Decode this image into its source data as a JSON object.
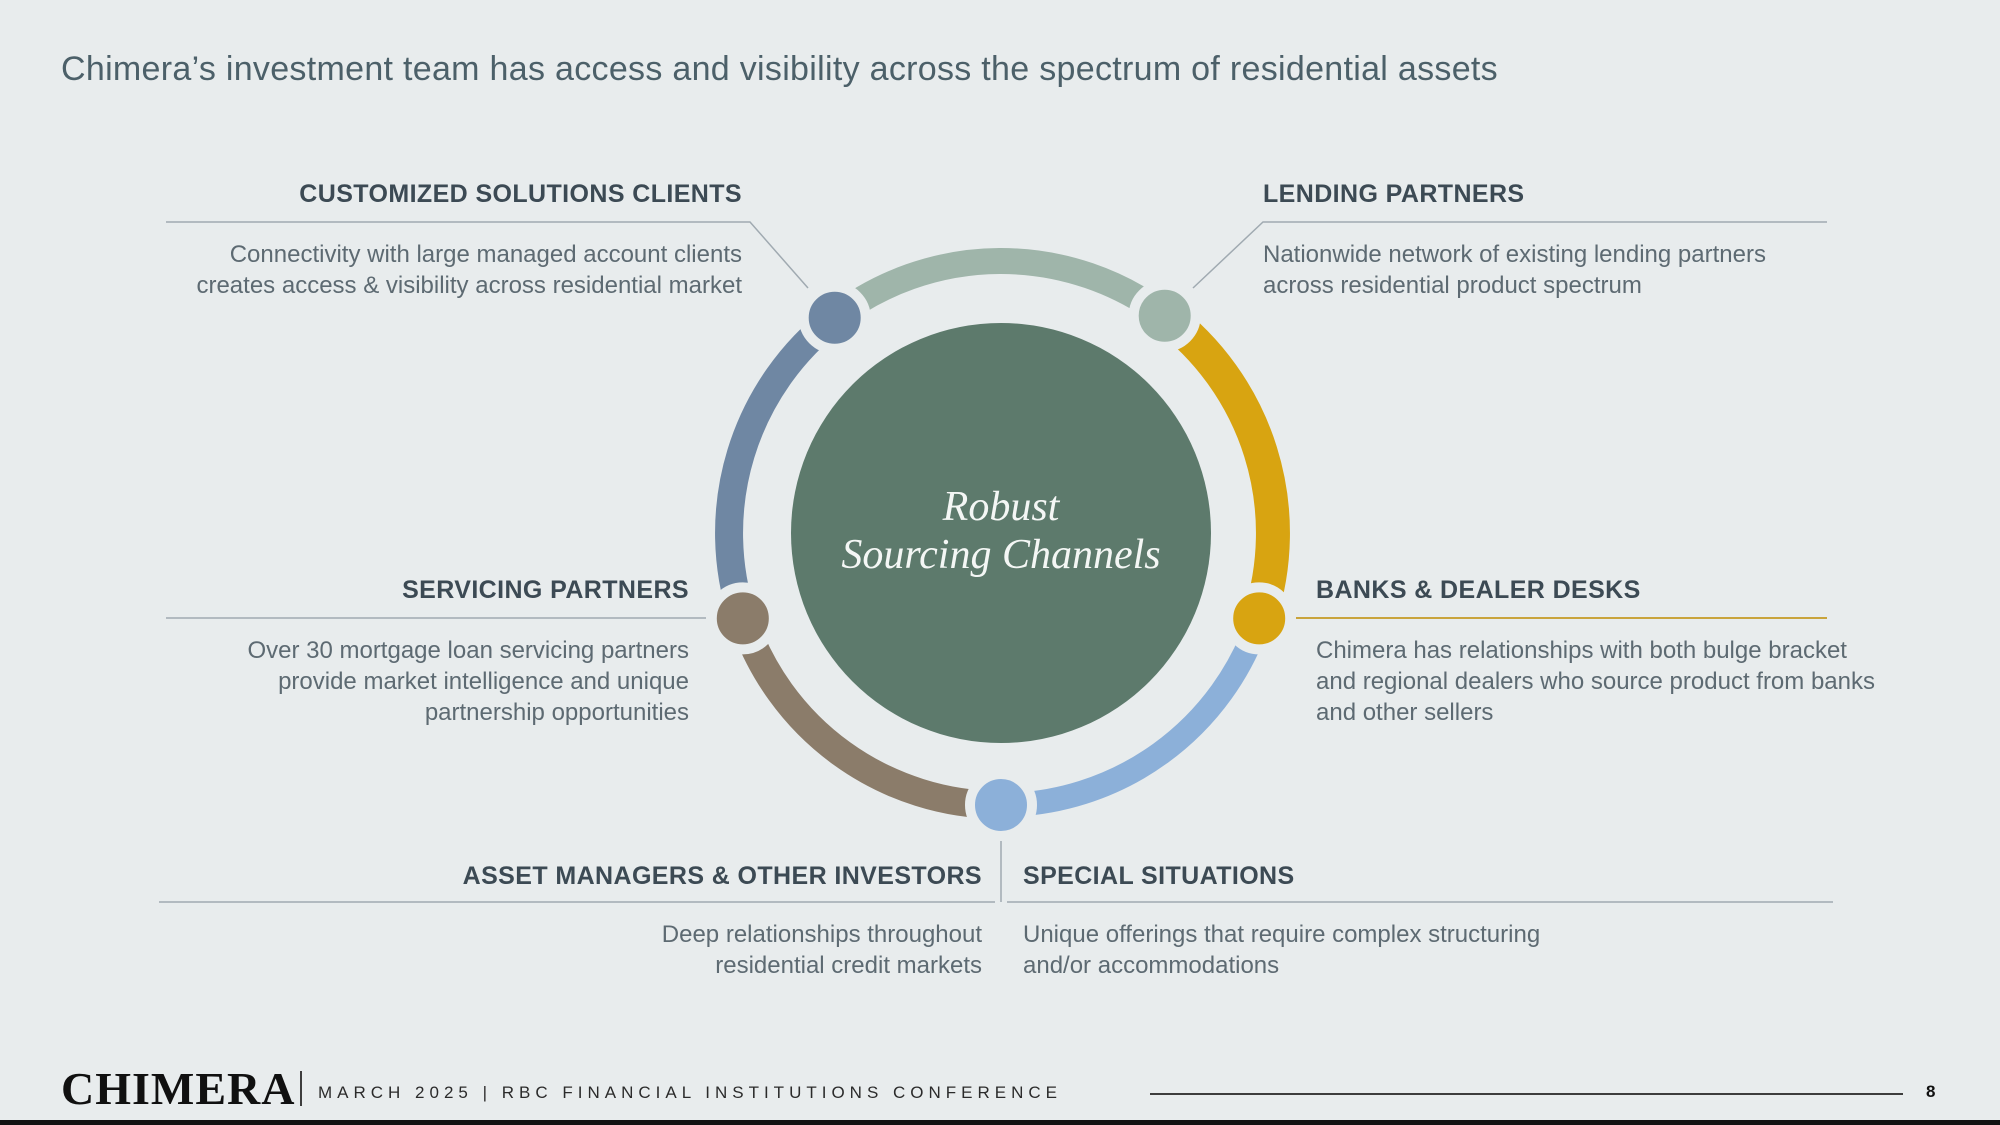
{
  "page_title": "Chimera’s investment team has access and visibility across the spectrum of residential assets",
  "diagram": {
    "center_label": "Robust\nSourcing Channels"
  },
  "sections": [
    {
      "heading": "CUSTOMIZED SOLUTIONS CLIENTS",
      "body": "Connectivity with large managed account clients\ncreates access & visibility across residential market"
    },
    {
      "heading": "LENDING PARTNERS",
      "body": "Nationwide network of existing lending partners\nacross residential product spectrum"
    },
    {
      "heading": "SERVICING PARTNERS",
      "body": "Over 30 mortgage loan servicing partners\nprovide market intelligence and unique\npartnership opportunities"
    },
    {
      "heading": "BANKS & DEALER DESKS",
      "body": "Chimera has relationships with both bulge bracket\nand regional dealers who source product from banks\nand other sellers"
    },
    {
      "heading": "ASSET MANAGERS & OTHER INVESTORS",
      "body": "Deep relationships throughout\nresidential credit markets"
    },
    {
      "heading": "SPECIAL SITUATIONS",
      "body": "Unique offerings that require complex structuring\nand/or accommodations"
    }
  ],
  "footer": {
    "logo": "CHIMERA",
    "conference_line": "MARCH 2025  |  RBC FINANCIAL INSTITUTIONS CONFERENCE",
    "page_number": "8"
  },
  "colors": {
    "background": "#e8eced",
    "center_circle": "#5d7a6c",
    "arc_top": "#9fb5aa",
    "arc_upper_left": "#6f87a3",
    "arc_lower_left": "#8b7c6a",
    "arc_lower_right": "#8cb0d9",
    "arc_right": "#d8a411",
    "leader_line": "#a0aab1",
    "gold_line": "#c9a43c"
  }
}
